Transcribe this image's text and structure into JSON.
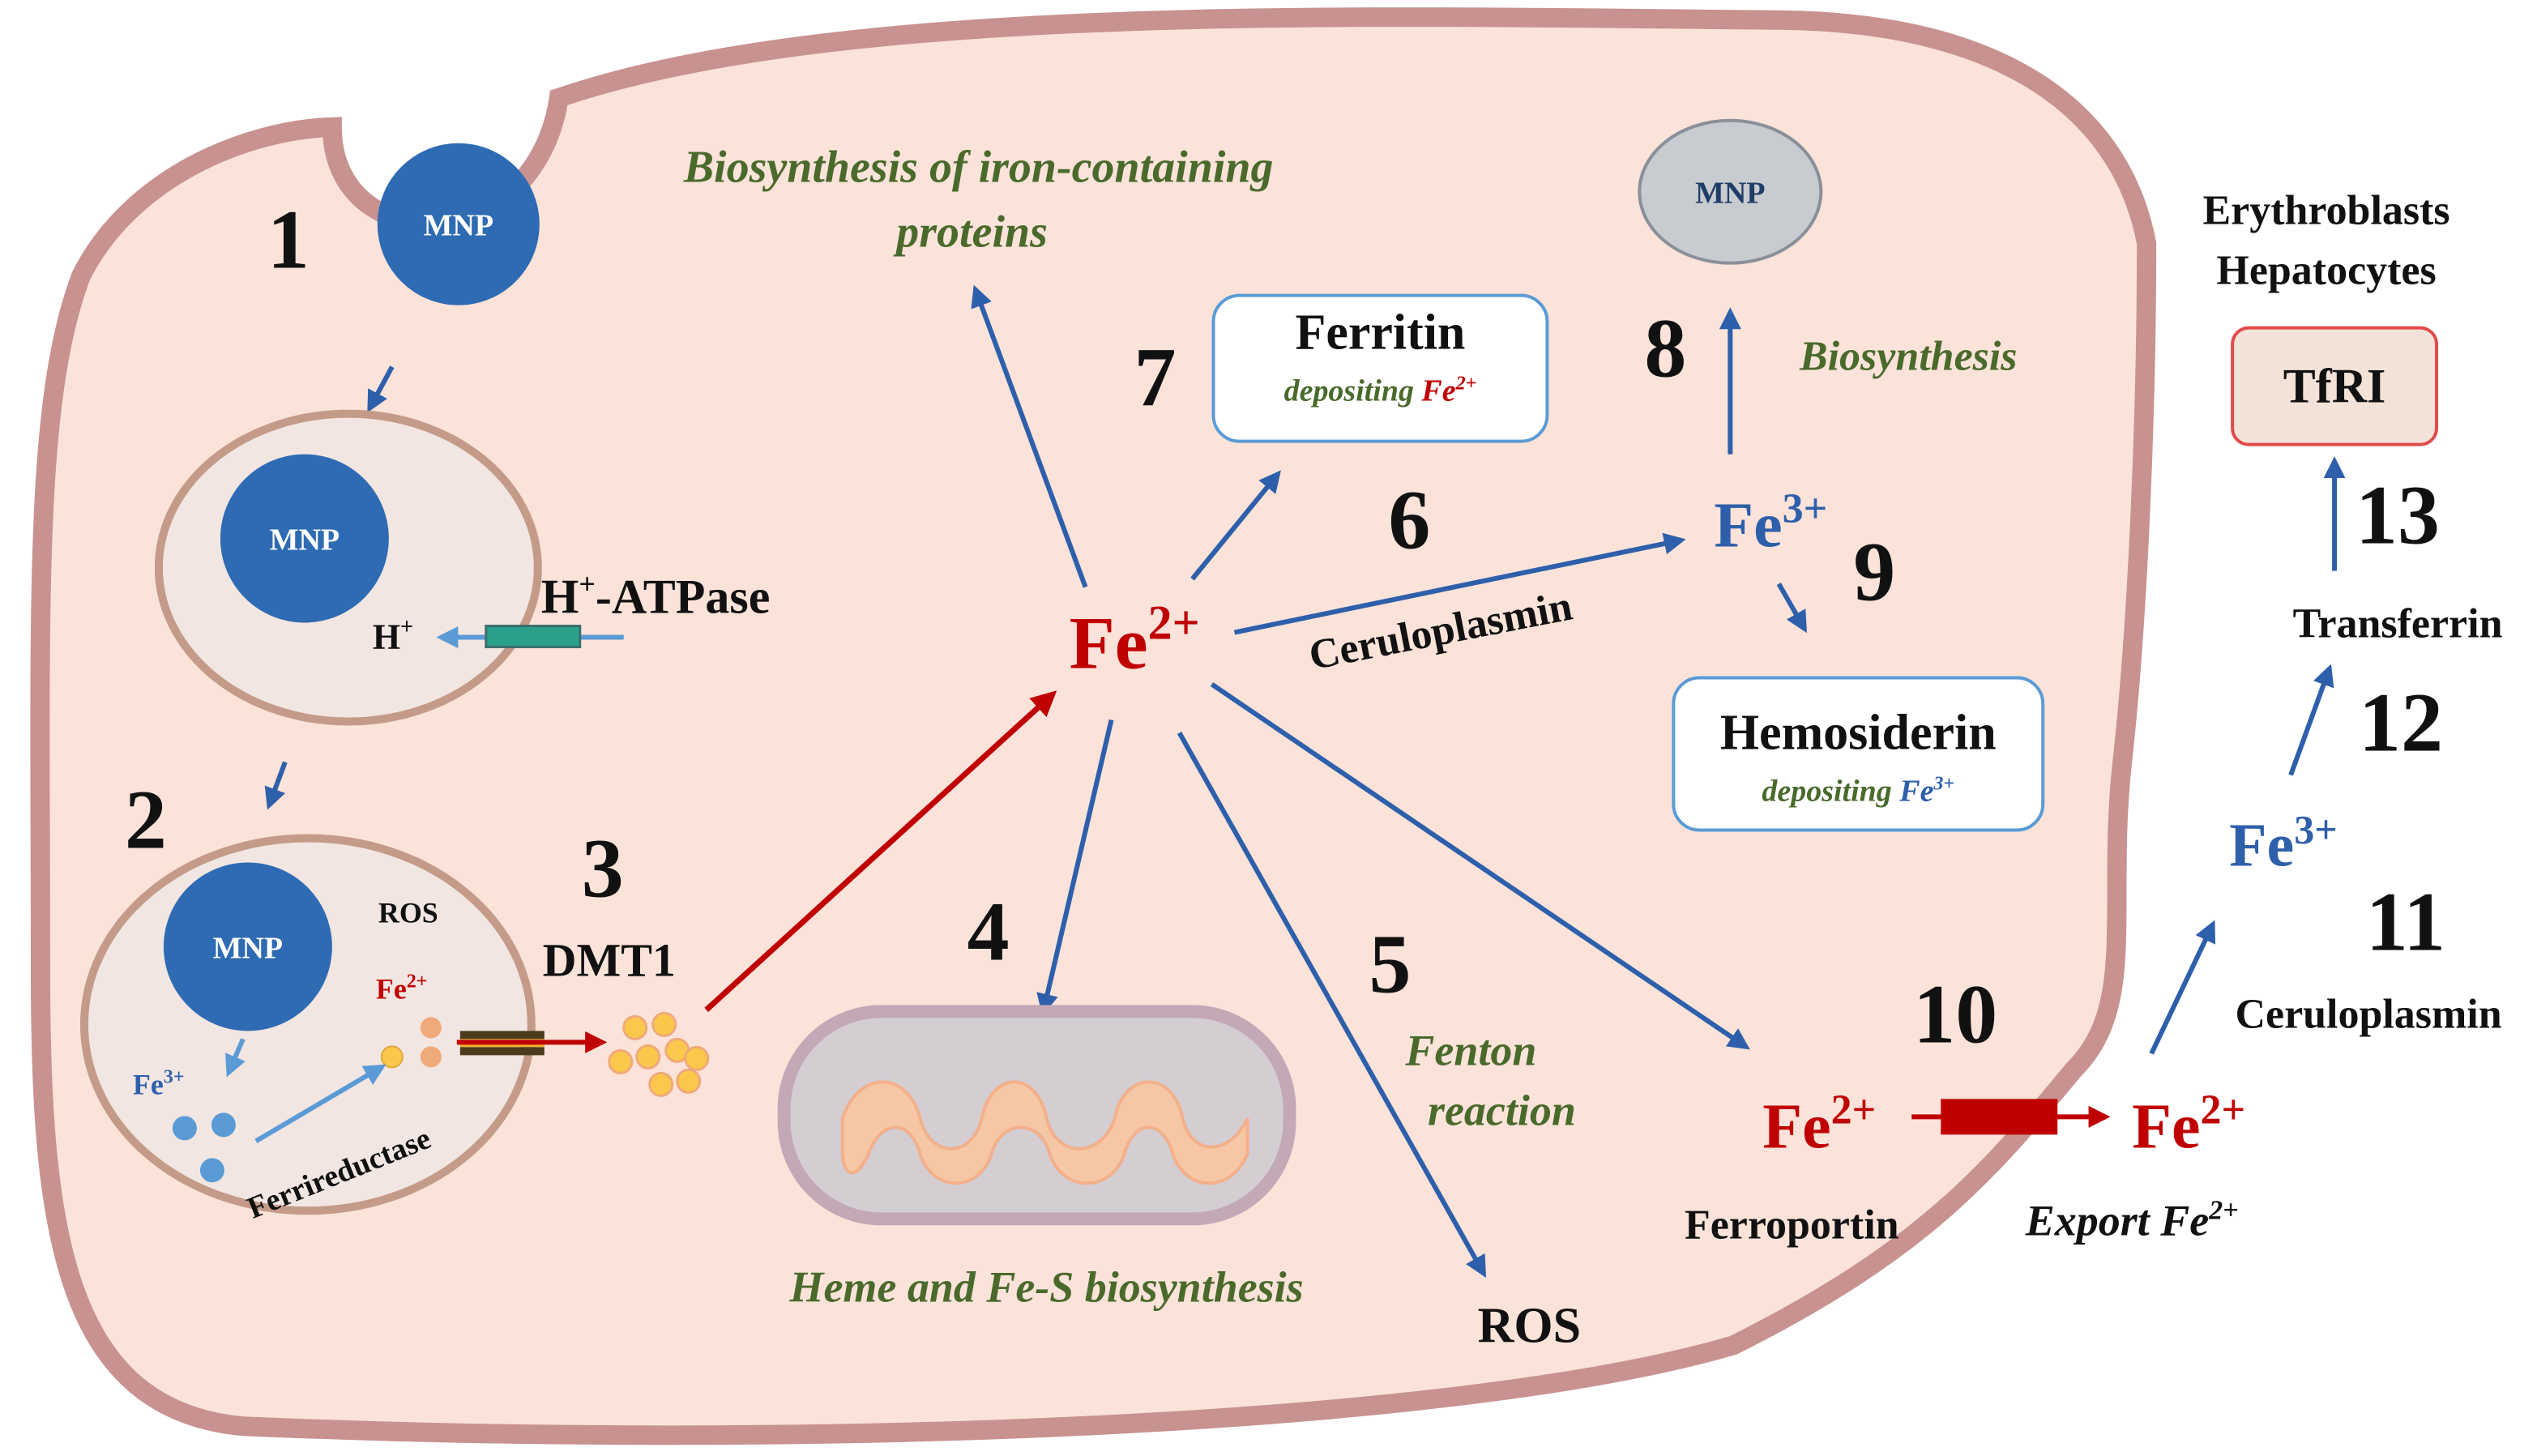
{
  "colors": {
    "cell_fill": "#fbe3da",
    "cell_membrane": "#c89290",
    "mnp_fill": "#2e6bb2",
    "arrow_blue": "#2e5faa",
    "arrow_red": "#c00000",
    "text_green": "#4a6a2c",
    "mito_fill": "#f6c7a4"
  },
  "steps": {
    "s1": "1",
    "s2": "2",
    "s3": "3",
    "s4": "4",
    "s5": "5",
    "s6": "6",
    "s7": "7",
    "s8": "8",
    "s9": "9",
    "s10": "10",
    "s11": "11",
    "s12": "12",
    "s13": "13"
  },
  "nanoparticle": {
    "label": "MNP"
  },
  "endosome": {
    "atpase_main": "H",
    "atpase_sup": "+",
    "atpase_rest": "-ATPase",
    "proton_main": "H",
    "proton_sup": "+"
  },
  "lysosome": {
    "ros": "ROS",
    "fe3_main": "Fe",
    "fe3_sup": "3+",
    "fe2_main": "Fe",
    "fe2_sup": "2+",
    "enzyme": "Ferrireductase"
  },
  "transporter": {
    "label": "DMT1"
  },
  "central_iron": {
    "main": "Fe",
    "sup": "2+"
  },
  "biosynthesis_proteins": {
    "line1": "Biosynthesis of iron-containing",
    "line2": "proteins"
  },
  "ferritin": {
    "title": "Ferritin",
    "sub_prefix": "depositing ",
    "sub_main": "Fe",
    "sub_sup": "2+"
  },
  "oxidation": {
    "enzyme": "Ceruloplasmin",
    "product_main": "Fe",
    "product_sup": "3+"
  },
  "mnp_biosynthesis": {
    "label": "MNP",
    "process": "Biosynthesis"
  },
  "hemosiderin": {
    "title": "Hemosiderin",
    "sub_prefix": "depositing ",
    "sub_main": "Fe",
    "sub_sup": "3+"
  },
  "mitochondrion": {
    "caption": "Heme and Fe-S biosynthesis"
  },
  "fenton": {
    "line1": "Fenton",
    "line2": "reaction",
    "product": "ROS"
  },
  "export": {
    "inside_main": "Fe",
    "inside_sup": "2+",
    "outside_main": "Fe",
    "outside_sup": "2+",
    "transporter": "Ferroportin",
    "caption_main": "Export Fe",
    "caption_sup": "2+"
  },
  "extracellular": {
    "oxidase": "Ceruloplasmin",
    "fe3_main": "Fe",
    "fe3_sup": "3+",
    "carrier": "Transferrin",
    "receptor": "TfRI",
    "targets_line1": "Erythroblasts",
    "targets_line2": "Hepatocytes"
  }
}
